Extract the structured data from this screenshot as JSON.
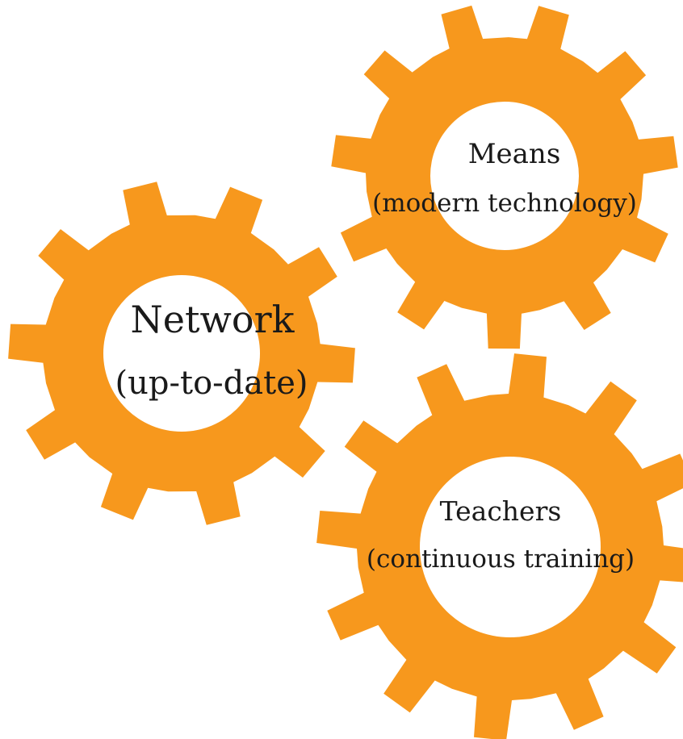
{
  "colors": {
    "gear": "#F7981D",
    "background": "#FFFFFF",
    "text": "#1A1A1A"
  },
  "gears": [
    {
      "name": "means",
      "title": "Means",
      "subtitle": "(modern technology)"
    },
    {
      "name": "network",
      "title": "Network",
      "subtitle": "(up-to-date)"
    },
    {
      "name": "teachers",
      "title": "Teachers",
      "subtitle": "(continuous training)"
    }
  ]
}
